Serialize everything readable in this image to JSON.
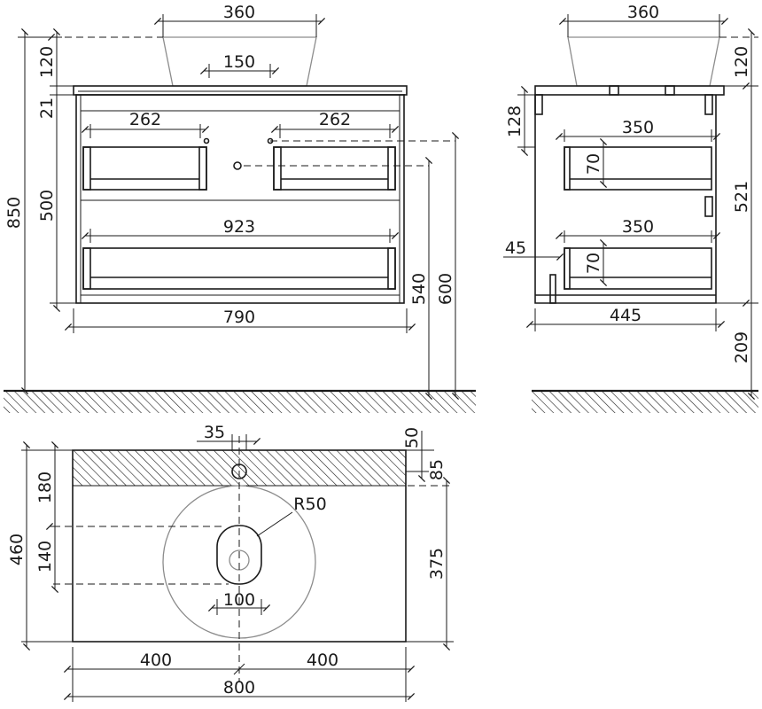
{
  "front_view": {
    "basin_width": "360",
    "drain_width": "150",
    "basin_height": "120",
    "top_thickness": "21",
    "cabinet_height": "500",
    "total_height": "850",
    "drawer_left_width": "262",
    "drawer_right_width": "262",
    "drawer_bottom_width": "923",
    "cabinet_width": "790",
    "height_540": "540",
    "height_600": "600"
  },
  "side_view": {
    "basin_width": "360",
    "basin_height": "120",
    "drawer_top_offset": "128",
    "drawer_depth_top": "350",
    "drawer_height_top": "70",
    "drawer_depth_bottom": "350",
    "drawer_height_bottom": "70",
    "body_height": "521",
    "back_offset": "45",
    "cabinet_depth": "445",
    "floor_clearance": "209"
  },
  "top_view": {
    "tap_offset": "35",
    "tap_edge": "50",
    "tap_to_back": "85",
    "shelf_depth": "180",
    "total_depth": "460",
    "drain_spacing": "140",
    "drain_radius": "R50",
    "drain_width": "100",
    "front_to_drain": "375",
    "half_left": "400",
    "half_right": "400",
    "total_width": "800"
  }
}
